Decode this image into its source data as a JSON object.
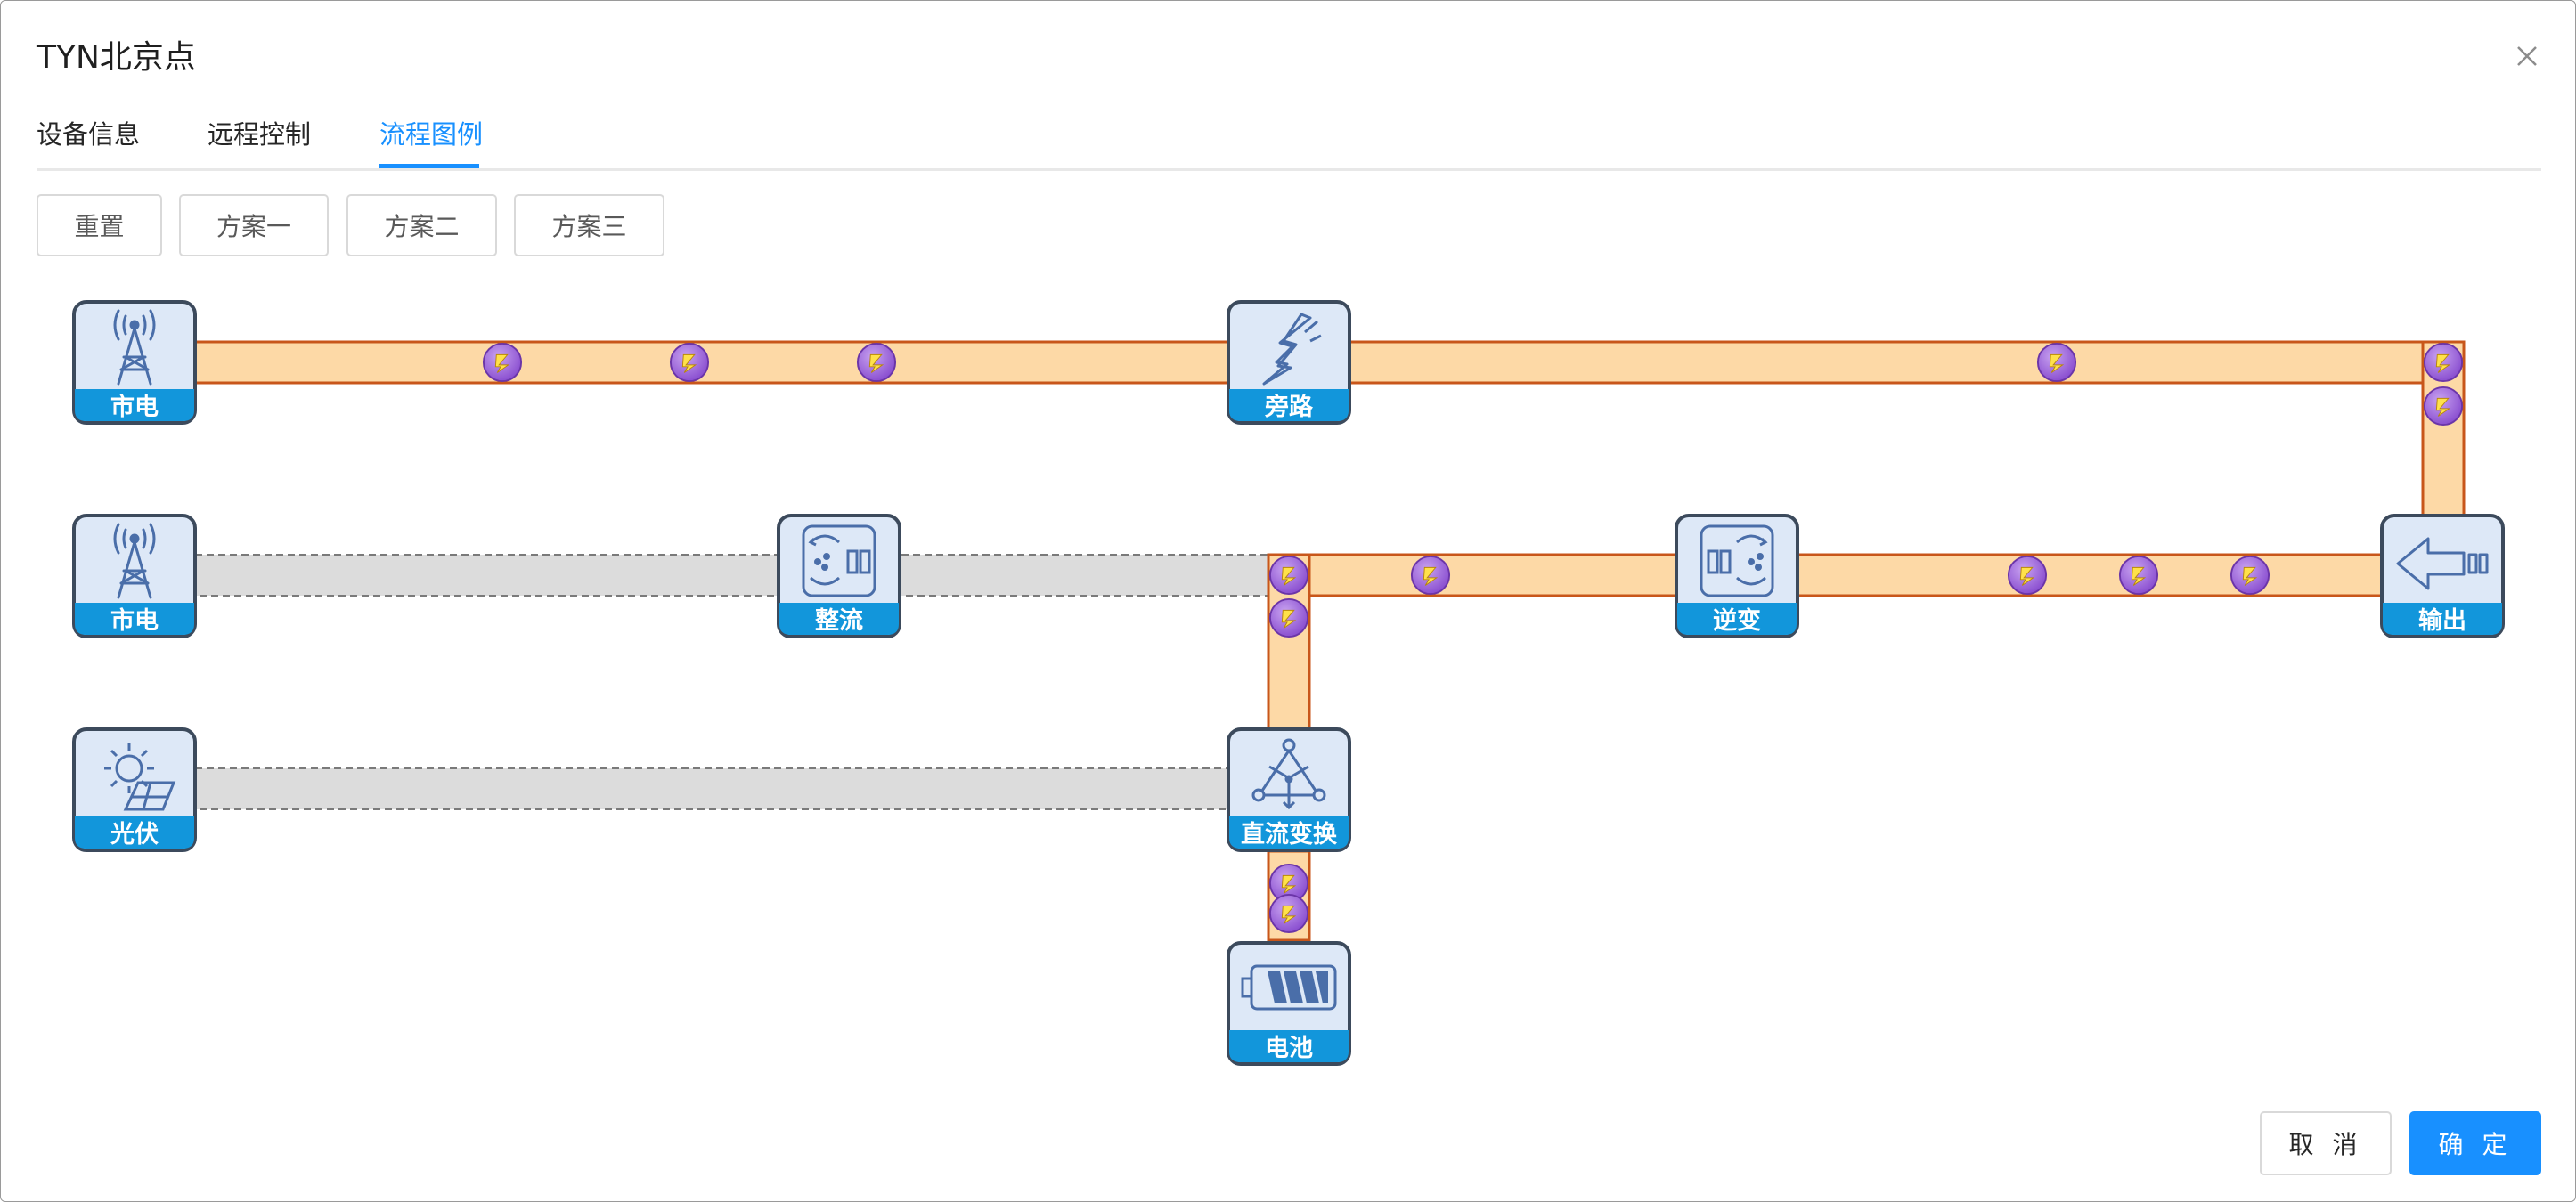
{
  "dialog": {
    "title": "TYN北京点"
  },
  "tabs": [
    {
      "label": "设备信息"
    },
    {
      "label": "远程控制"
    },
    {
      "label": "流程图例",
      "active": true
    }
  ],
  "toolbar": {
    "reset": "重置",
    "plan1": "方案一",
    "plan2": "方案二",
    "plan3": "方案三"
  },
  "nodes": {
    "mains_top": {
      "label": "市电",
      "icon": "power-tower-icon"
    },
    "bypass": {
      "label": "旁路",
      "icon": "lightning-icon"
    },
    "mains_mid": {
      "label": "市电",
      "icon": "power-tower-icon"
    },
    "rectifier": {
      "label": "整流",
      "icon": "rectifier-icon"
    },
    "inverter": {
      "label": "逆变",
      "icon": "inverter-icon"
    },
    "output": {
      "label": "输出",
      "icon": "output-arrow-icon"
    },
    "solar": {
      "label": "光伏",
      "icon": "solar-panel-icon"
    },
    "dc_converter": {
      "label": "直流变换",
      "icon": "dc-converter-icon"
    },
    "battery": {
      "label": "电池",
      "icon": "battery-icon"
    }
  },
  "colors": {
    "active_pipe": "#fdd9a6",
    "active_pipe_border": "#c8561a",
    "inactive_pipe": "#dcdcdc",
    "node_fill": "#dde8f7",
    "node_label_bg": "#1296db",
    "flow_dot": "#9b5fd6",
    "accent": "#1890ff"
  },
  "footer": {
    "cancel": "取 消",
    "ok": "确 定"
  }
}
